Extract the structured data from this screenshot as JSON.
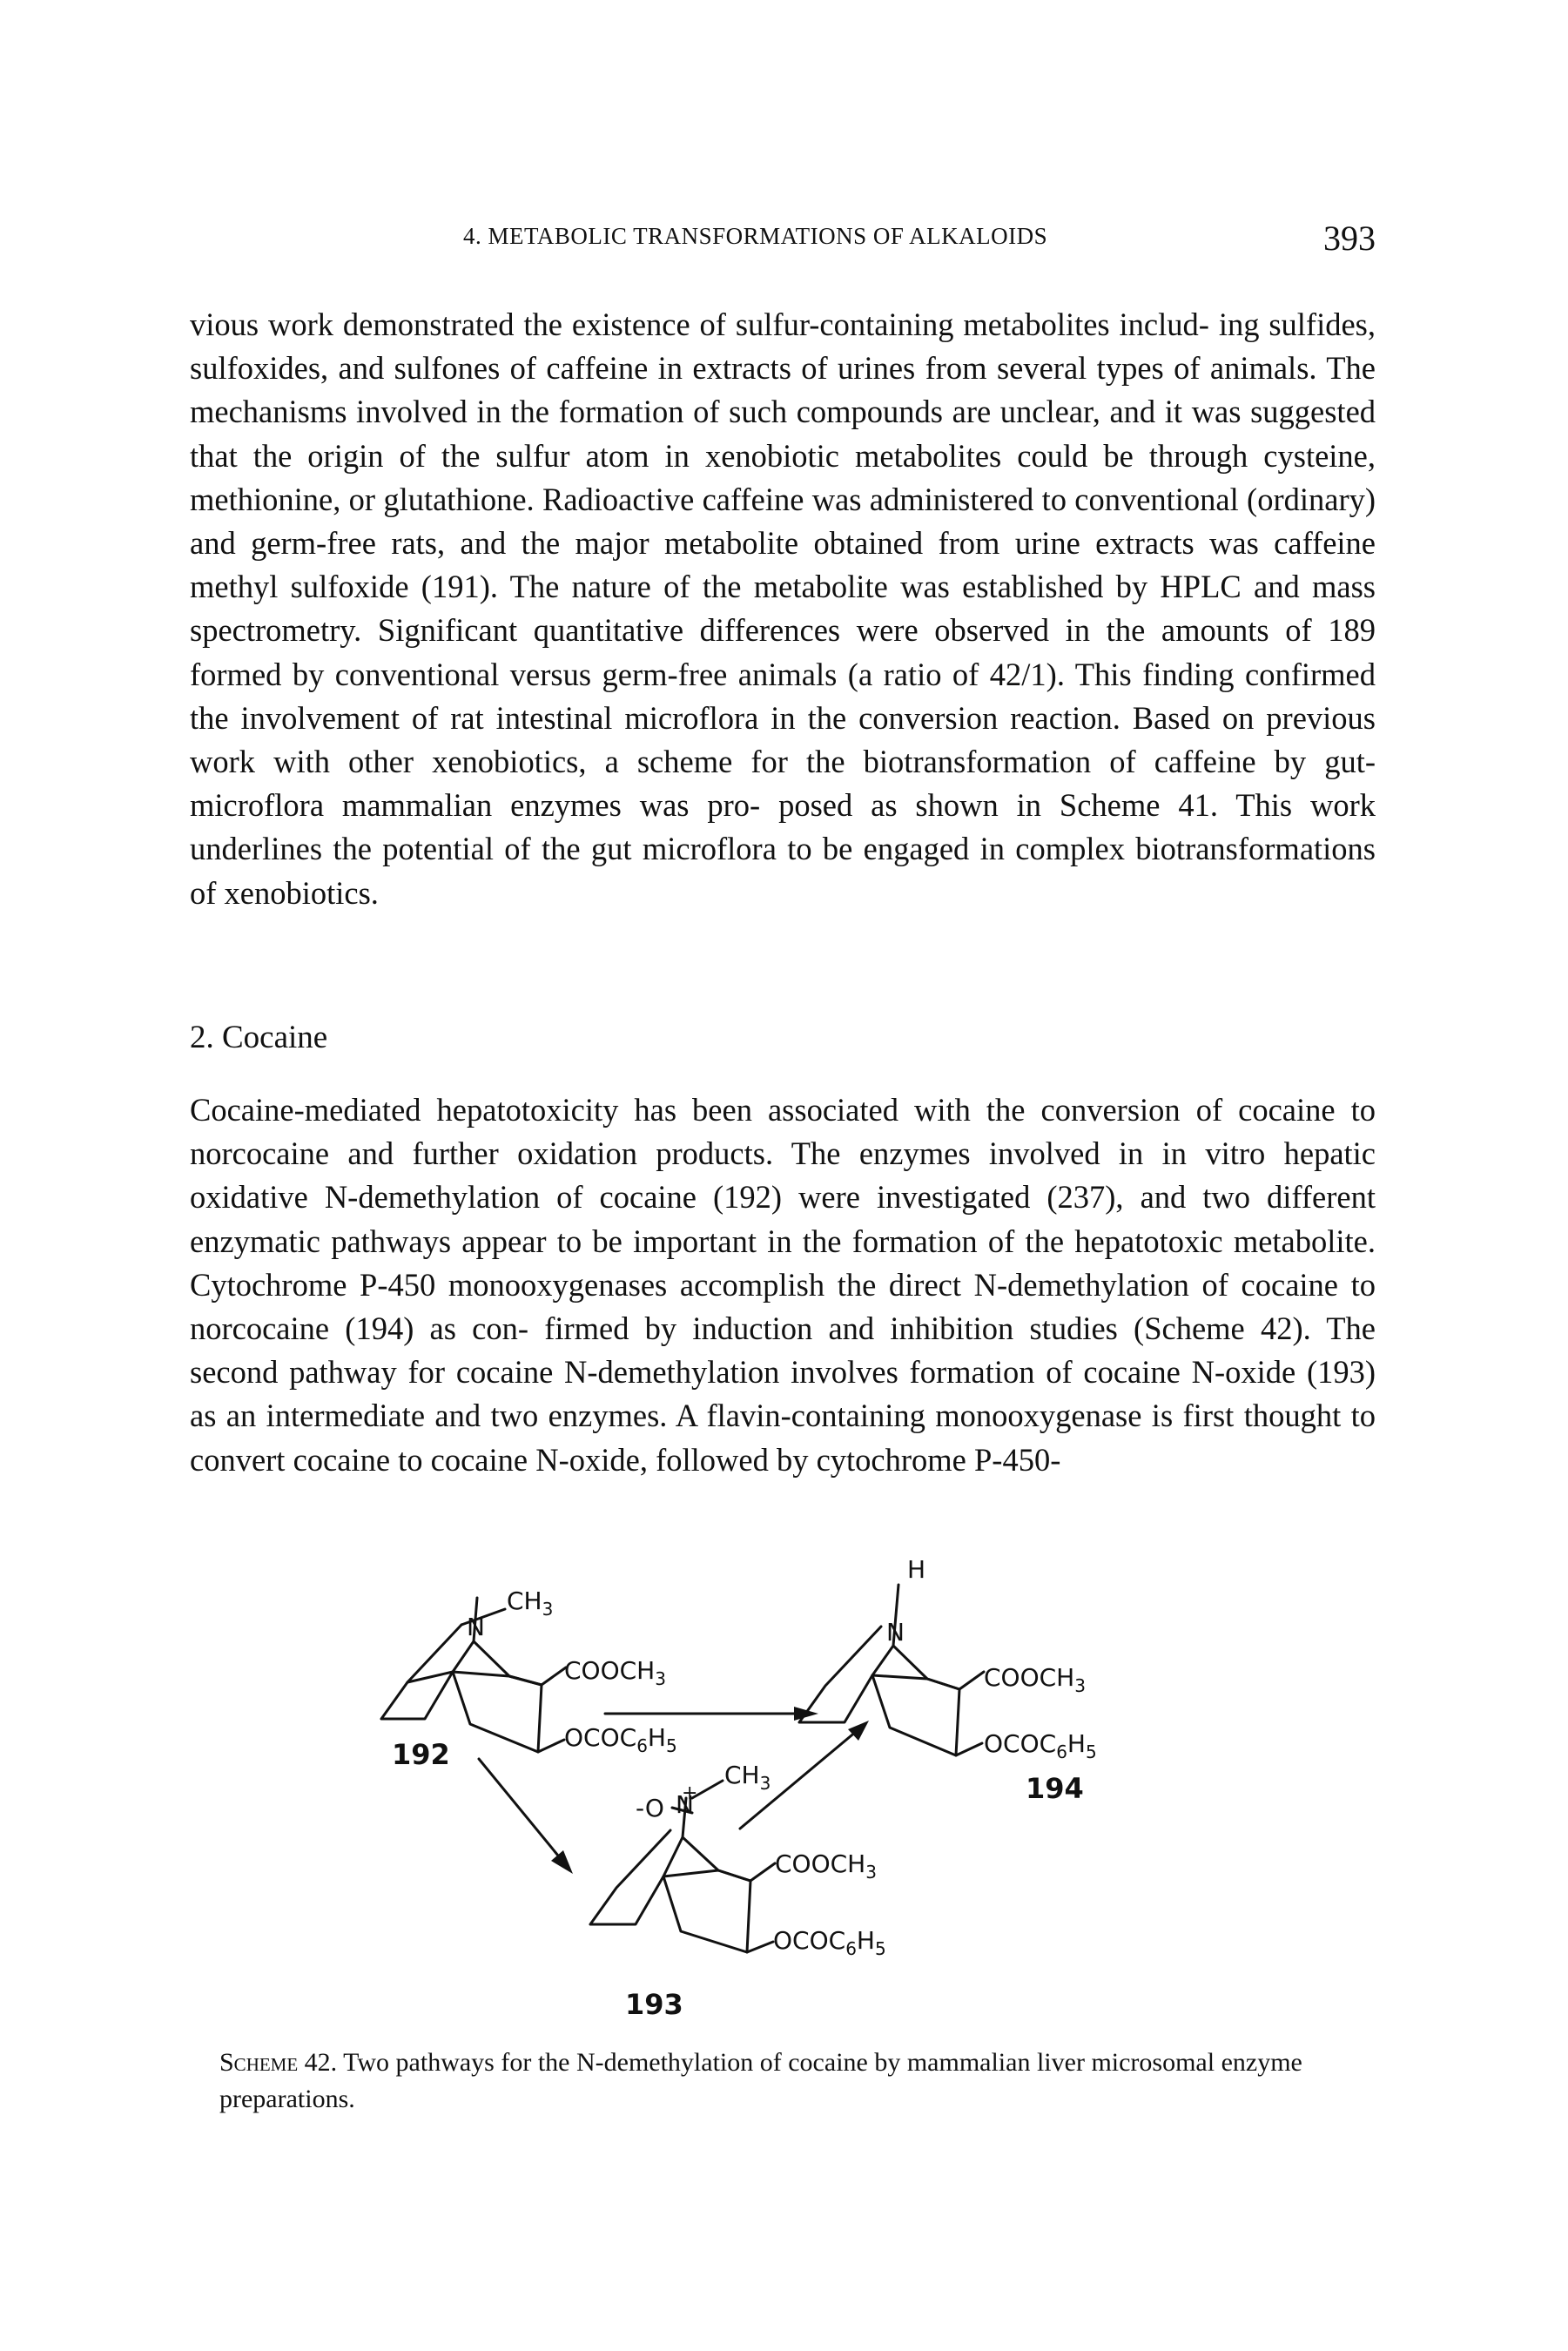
{
  "header": {
    "running_head": "4. METABOLIC TRANSFORMATIONS OF ALKALOIDS",
    "page_number": "393"
  },
  "body": {
    "p1": [
      "vious work demonstrated the existence of sulfur-containing metabolites includ-",
      "ing sulfides, sulfoxides, and sulfones of caffeine in extracts of urines from",
      "several types of animals. The mechanisms involved in the formation of such",
      "compounds are unclear, and it was suggested that the origin of the sulfur atom in",
      "xenobiotic metabolites could be through cysteine, methionine, or glutathione.",
      "Radioactive caffeine was administered to conventional (ordinary) and germ-free",
      "rats, and the major metabolite obtained from urine extracts was caffeine methyl",
      "sulfoxide (191). The nature of the metabolite was established by HPLC and mass",
      "spectrometry. Significant quantitative differences were observed in the amounts",
      "of 189 formed by conventional versus germ-free animals (a ratio of 42/1). This",
      "finding confirmed the involvement of rat intestinal microflora in the conversion",
      "reaction. Based on previous work with other xenobiotics, a scheme for the",
      "biotransformation of caffeine by gut-microflora mammalian enzymes was pro-",
      "posed as shown in Scheme 41. This work underlines the potential of the gut",
      "microflora to be engaged in complex biotransformations of xenobiotics."
    ],
    "section_heading": "2. Cocaine",
    "p2": [
      "Cocaine-mediated hepatotoxicity has been associated with the conversion of",
      "cocaine to norcocaine and further oxidation products. The enzymes involved in",
      "in vitro hepatic oxidative N-demethylation of cocaine (192) were investigated",
      "(237), and two different enzymatic pathways appear to be important in the",
      "formation of the hepatotoxic metabolite. Cytochrome P-450 monooxygenases",
      "accomplish the direct N-demethylation of cocaine to norcocaine (194) as con-",
      "firmed by induction and inhibition studies (Scheme 42). The second pathway for",
      "cocaine N-demethylation involves formation of cocaine N-oxide (193) as an",
      "intermediate and two enzymes. A flavin-containing monooxygenase is first",
      "thought to convert cocaine to cocaine N-oxide, followed by cytochrome P-450-"
    ]
  },
  "scheme": {
    "labels": {
      "c192": "192",
      "c193": "193",
      "c194": "194",
      "n": "N",
      "ch3": "CH",
      "sub3": "3",
      "h": "H",
      "cooch": "COOCH",
      "ococ": "OCOC",
      "sub6": "6",
      "h5": "H",
      "sub5": "5",
      "minus_o": "-O",
      "plus": "+"
    },
    "caption_label": "Scheme 42.",
    "caption_text": " Two pathways for the N-demethylation of cocaine by mammalian liver microsomal enzyme preparations."
  }
}
